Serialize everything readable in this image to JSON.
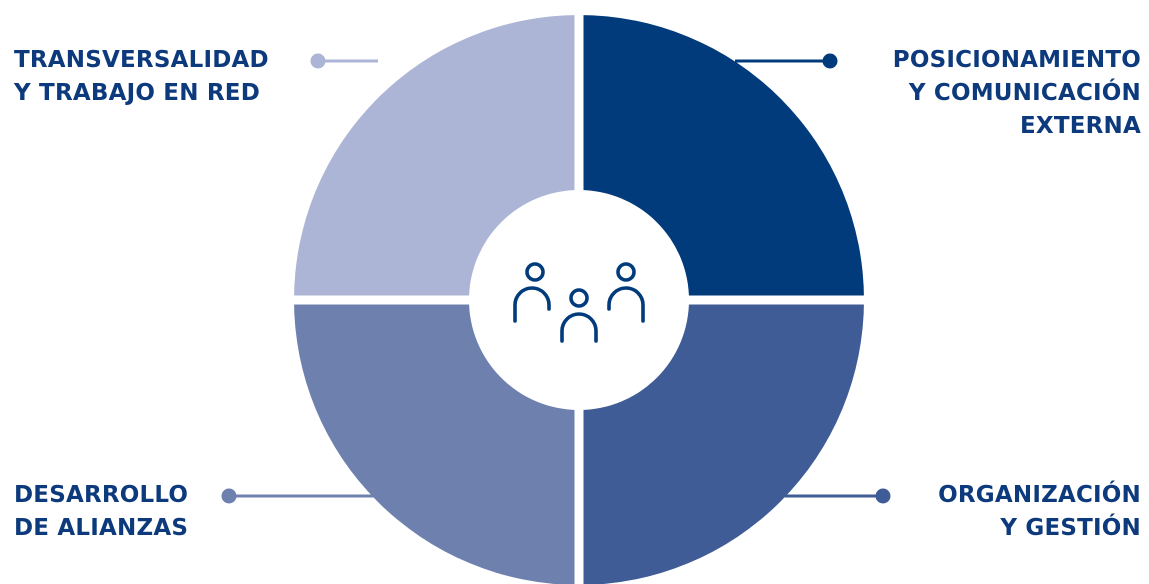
{
  "center_icon": "people-group-icon",
  "colors": {
    "top_left": "#acb5d5",
    "top_right": "#023b7b",
    "bottom_right": "#3f5c96",
    "bottom_left": "#6e80ae",
    "text": "#0d3a7c",
    "center_fill": "#ffffff"
  },
  "quadrants": {
    "top_left": {
      "lines": [
        "TRANSVERSALIDAD",
        "Y TRABAJO EN RED"
      ]
    },
    "top_right": {
      "lines": [
        "POSICIONAMIENTO",
        "Y COMUNICACIÓN",
        "EXTERNA"
      ]
    },
    "bottom_left": {
      "lines": [
        "DESARROLLO",
        "DE ALIANZAS"
      ]
    },
    "bottom_right": {
      "lines": [
        "ORGANIZACIÓN",
        "Y GESTIÓN"
      ]
    }
  }
}
